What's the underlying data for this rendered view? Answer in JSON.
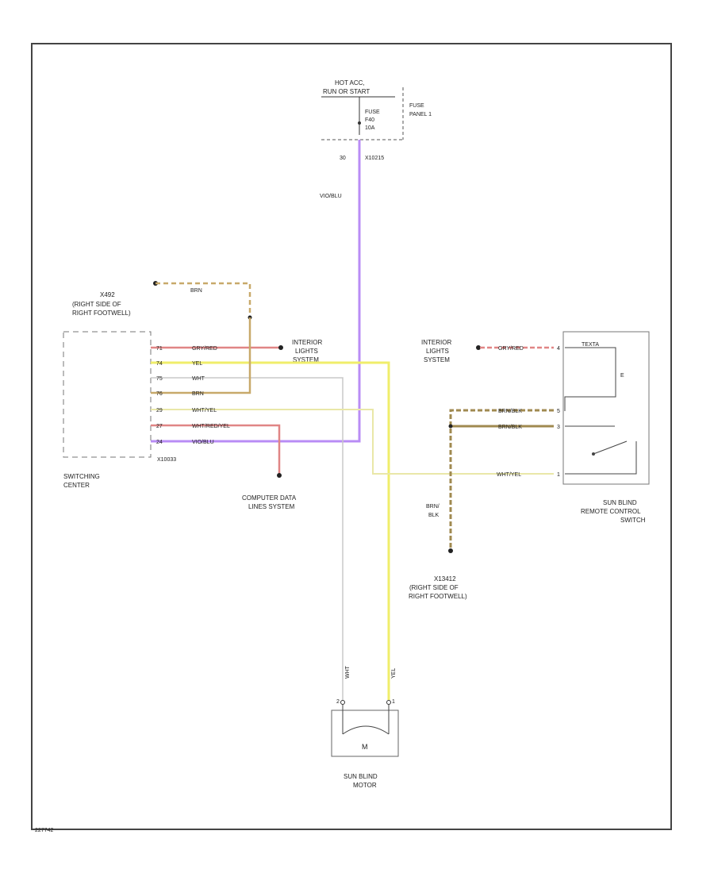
{
  "power": {
    "line1": "HOT ACC,",
    "line2": "RUN OR START",
    "fuse_line1": "FUSE",
    "fuse_line2": "F40",
    "fuse_line3": "10A",
    "panel_line1": "FUSE",
    "panel_line2": "PANEL 1",
    "pin": "30",
    "connector": "X10215",
    "wire": "VIO/BLU"
  },
  "ground_x492": {
    "line1": "X492",
    "line2": "(RIGHT SIDE OF",
    "line3": "RIGHT FOOTWELL)",
    "wire": "BRN"
  },
  "switching_center": {
    "line1": "SWITCHING",
    "line2": "CENTER",
    "connector": "X10033",
    "pins": [
      {
        "pin": "71",
        "wire": "GRY/RED"
      },
      {
        "pin": "74",
        "wire": "YEL"
      },
      {
        "pin": "75",
        "wire": "WHT"
      },
      {
        "pin": "76",
        "wire": "BRN"
      },
      {
        "pin": "29",
        "wire": "WHT/YEL"
      },
      {
        "pin": "27",
        "wire": "WHT/RED/YEL"
      },
      {
        "pin": "24",
        "wire": "VIO/BLU"
      }
    ]
  },
  "interior_lights_left": {
    "line1": "INTERIOR",
    "line2": "LIGHTS",
    "line3": "SYSTEM"
  },
  "computer_data": {
    "line1": "COMPUTER DATA",
    "line2": "LINES SYSTEM"
  },
  "interior_lights_right": {
    "line1": "INTERIOR",
    "line2": "LIGHTS",
    "line3": "SYSTEM",
    "wire": "GRY/RED"
  },
  "remote_switch": {
    "line1": "SUN BLIND",
    "line2": "REMOTE CONTROL",
    "line3": "SWITCH",
    "pins": [
      {
        "pin": "4",
        "wire": "GRY/RED"
      },
      {
        "pin": "5",
        "wire": "BRN/BLK"
      },
      {
        "pin": "3",
        "wire": "BRN/BLK"
      },
      {
        "pin": "1",
        "wire": "WHT/YEL"
      }
    ],
    "lamp_label": "TEXTA",
    "led_label": "E"
  },
  "ground_x13412": {
    "line1": "X13412",
    "line2": "(RIGHT SIDE OF",
    "line3": "RIGHT FOOTWELL)",
    "wire1": "BRN/",
    "wire2": "BLK"
  },
  "motor": {
    "line1": "SUN BLIND",
    "line2": "MOTOR",
    "symbol": "M",
    "wire_left": "WHT",
    "wire_right": "YEL",
    "pin_left": "2",
    "pin_right": "1"
  },
  "colors": {
    "violet": "#b98cf5",
    "yellow": "#f0ee6a",
    "white_wire": "#c8c8c8",
    "brown": "#c8a96a",
    "gray_red": "#e08585",
    "wht_yel": "#e9e7a8",
    "border": "#444444"
  },
  "footer_code": "227742"
}
